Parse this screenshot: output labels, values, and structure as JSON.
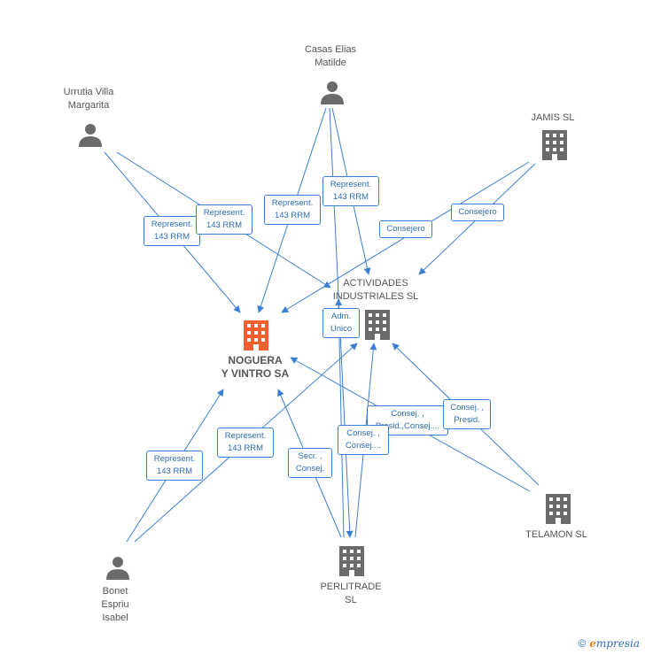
{
  "nodes": {
    "noguera": {
      "label": "NOGUERA\nY VINTRO SA",
      "color": "#f06030"
    },
    "actividades": {
      "label": "ACTIVIDADES\nINDUSTRIALES SL",
      "color": "#6b6b6b"
    },
    "jamis": {
      "label": "JAMIS  SL",
      "color": "#6b6b6b"
    },
    "telamon": {
      "label": "TELAMON  SL",
      "color": "#6b6b6b"
    },
    "perlitrade": {
      "label": "PERLITRADE\nSL",
      "color": "#6b6b6b"
    },
    "casas": {
      "label": "Casas Elias\nMatilde",
      "color": "#6b6b6b"
    },
    "urrutia": {
      "label": "Urrutia Villa\nMargarita",
      "color": "#6b6b6b"
    },
    "bonet": {
      "label": "Bonet\nEspriu\nIsabel",
      "color": "#6b6b6b"
    }
  },
  "edge_labels": {
    "urrutia_noguera": "Represent.\n143 RRM",
    "urrutia_actividades": "Represent.\n143 RRM",
    "casas_noguera": "Represent.\n143 RRM",
    "casas_actividades": "Represent.\n143 RRM",
    "jamis_noguera": "Consejero",
    "jamis_actividades": "Consejero",
    "perlitrade_actividades_adm": "Adm.\nUnico",
    "telamon_noguera": "Consej. ,\nPresid.,Consej....",
    "telamon_actividades": "Consej. ,\nPresid.",
    "perlitrade_actividades": "Consej. ,\nConsej....",
    "perlitrade_noguera": "Secr. ,\nConsej.",
    "bonet_noguera": "Represent.\n143 RRM",
    "bonet_actividades": "Represent.\n143 RRM"
  },
  "footer": {
    "copyright": "©",
    "brand_initial": "e",
    "brand_rest": "mpresia"
  },
  "colors": {
    "edge": "#3b7fd4",
    "center": "#f06030",
    "node": "#6b6b6b"
  }
}
